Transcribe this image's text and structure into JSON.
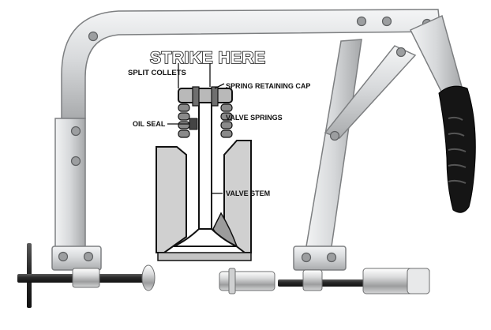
{
  "diagram": {
    "title": "STRIKE HERE",
    "labels": {
      "split_collets": "SPLIT COLLETS",
      "spring_retaining_cap": "SPRING RETAINING CAP",
      "oil_seal": "OIL SEAL",
      "valve_springs": "VALVE SPRINGS",
      "valve_stem": "VALVE STEM"
    }
  },
  "colors": {
    "metal": "#d4d6d8",
    "metal_dark": "#9a9c9e",
    "grip": "#151515",
    "bolt": "#7e7e7e"
  }
}
